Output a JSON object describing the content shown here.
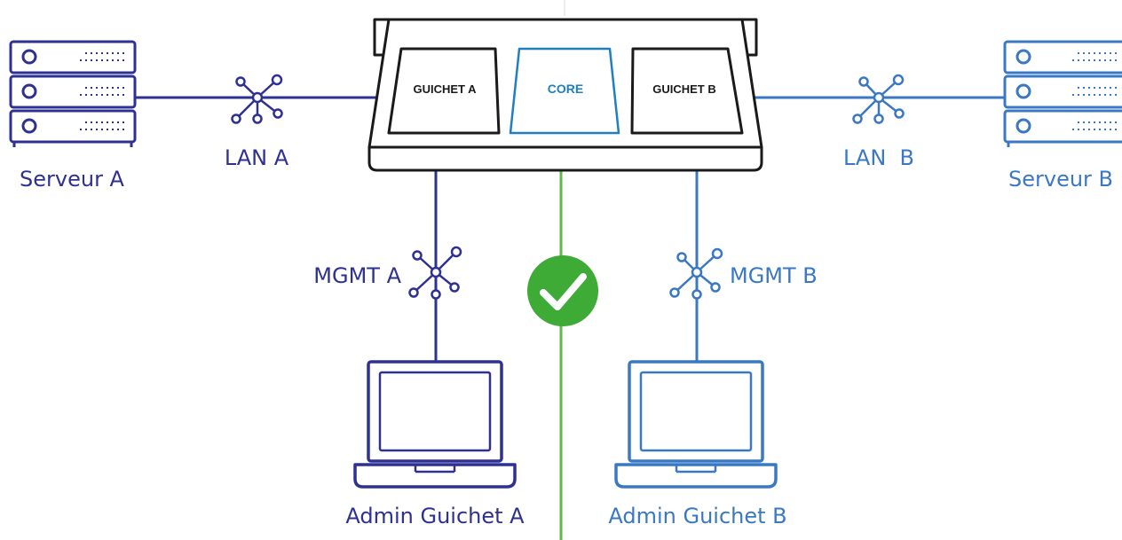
{
  "colors": {
    "side_a": "#2e3192",
    "side_b": "#3a78c4",
    "core": "#1f7fbf",
    "appliance": "#1a1a1a",
    "separator": "#5fb84a",
    "check": "#3dab35"
  },
  "appliance": {
    "panel_a": "GUICHET A",
    "panel_core": "CORE",
    "panel_b": "GUICHET B"
  },
  "side_a": {
    "server_label": "Serveur A",
    "lan_label": "LAN A",
    "mgmt_label": "MGMT A",
    "admin_label": "Admin Guichet A",
    "server_icon": "server-rack-icon",
    "network_icon": "network-hub-icon",
    "admin_icon": "laptop-icon"
  },
  "side_b": {
    "server_label": "Serveur B",
    "lan_label": "LAN  B",
    "mgmt_label": "MGMT B",
    "admin_label": "Admin Guichet B",
    "server_icon": "server-rack-icon",
    "network_icon": "network-hub-icon",
    "admin_icon": "laptop-icon"
  },
  "isolation_icon": "checkmark-icon"
}
